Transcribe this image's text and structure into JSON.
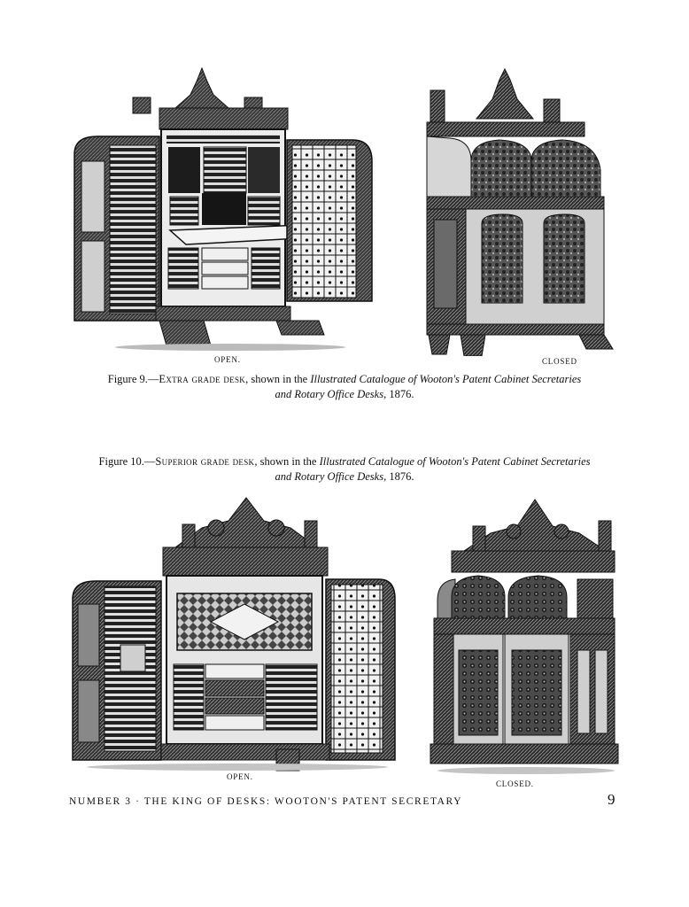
{
  "figure_9": {
    "caption_prefix": "Figure 9.—",
    "caption_grade": "Extra grade desk",
    "caption_middle": ", shown in the ",
    "caption_title_1": "Illustrated Catalogue of Wooton's Patent Cabinet Secretaries",
    "caption_title_2": "and Rotary Office Desks",
    "caption_year": ", 1876.",
    "open_label": "OPEN.",
    "closed_label": "CLOSED"
  },
  "figure_10": {
    "caption_prefix": "Figure 10.—",
    "caption_grade": "Superior grade desk",
    "caption_middle": ", shown in the ",
    "caption_title_1": "Illustrated Catalogue of Wooton's Patent Cabinet Secretaries",
    "caption_title_2": "and Rotary Office Desks",
    "caption_year": ", 1876.",
    "open_label": "OPEN.",
    "closed_label": "CLOSED."
  },
  "footer": {
    "running_title": "NUMBER 3 · THE KING OF DESKS: WOOTON'S PATENT SECRETARY",
    "page_number": "9"
  },
  "colors": {
    "ink": "#111111",
    "paper": "#ffffff",
    "wood_dark": "#2a2a2a",
    "wood_mid": "#5a5a5a"
  },
  "illustrations": [
    "extra-grade-desk-open-engraving",
    "extra-grade-desk-closed-engraving",
    "superior-grade-desk-open-engraving",
    "superior-grade-desk-closed-engraving"
  ]
}
